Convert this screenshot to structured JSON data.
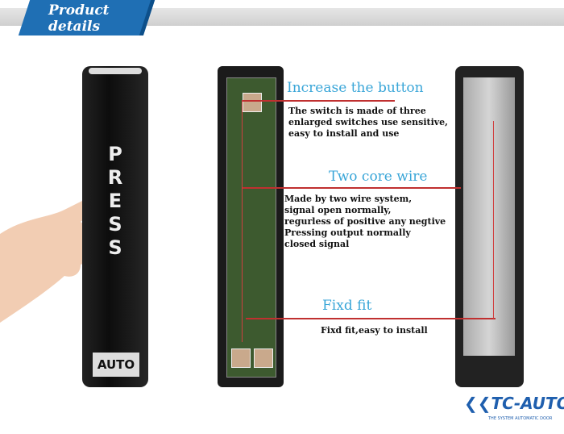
{
  "header": {
    "title_line1": "Product",
    "title_line2": "details"
  },
  "device": {
    "press_letters": [
      "P",
      "R",
      "E",
      "S",
      "S"
    ],
    "auto_label": "AUTO"
  },
  "features": [
    {
      "title": "Increase the button",
      "desc": [
        "The switch is made of three",
        "enlarged switches use sensitive,",
        "easy to install and use"
      ]
    },
    {
      "title": "Two core wire",
      "desc": [
        "Made by two wire system,",
        "signal open normally,",
        "regurless of positive any negtive",
        "Pressing output normally",
        "closed signal"
      ]
    },
    {
      "title": "Fixd fit",
      "desc": [
        "Fixd fit,easy to install"
      ]
    }
  ],
  "logo": {
    "name": "TC-AUTO",
    "tagline": "THE SYSTEM AUTOMATIC DOOR"
  },
  "colors": {
    "brand": "#1f6fb4",
    "heading": "#3aa6d8",
    "line": "#c03030"
  }
}
